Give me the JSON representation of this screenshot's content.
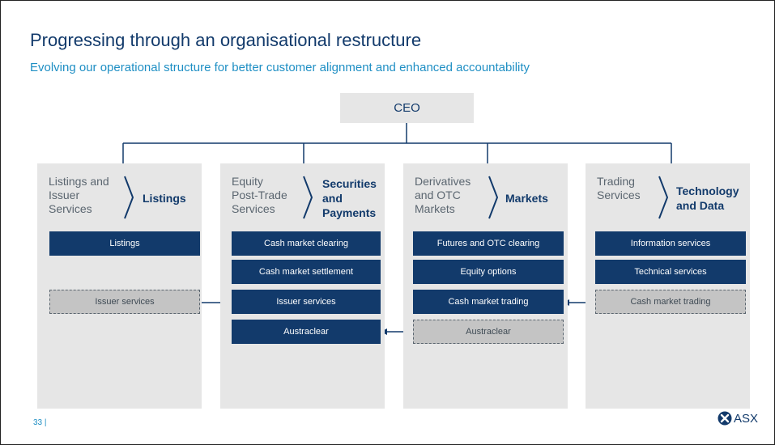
{
  "slide": {
    "title": "Progressing through an organisational restructure",
    "subtitle": "Evolving our operational structure for better customer alignment and enhanced accountability",
    "ceo_label": "CEO",
    "page_number": "33 |",
    "logo_text": "ASX"
  },
  "columns": [
    {
      "old_name": "Listings and\nIssuer\nServices",
      "new_name": "Listings",
      "boxes": [
        {
          "label": "Listings",
          "style": "solid"
        },
        {
          "label": "Issuer services",
          "style": "dashed"
        }
      ]
    },
    {
      "old_name": "Equity\nPost-Trade\nServices",
      "new_name": "Securities\nand\nPayments",
      "boxes": [
        {
          "label": "Cash market clearing",
          "style": "solid"
        },
        {
          "label": "Cash market settlement",
          "style": "solid"
        },
        {
          "label": "Issuer services",
          "style": "solid"
        },
        {
          "label": "Austraclear",
          "style": "solid"
        }
      ]
    },
    {
      "old_name": "Derivatives\nand OTC\nMarkets",
      "new_name": "Markets",
      "boxes": [
        {
          "label": "Futures and OTC clearing",
          "style": "solid"
        },
        {
          "label": "Equity options",
          "style": "solid"
        },
        {
          "label": "Cash market trading",
          "style": "solid"
        },
        {
          "label": "Austraclear",
          "style": "dashed"
        }
      ]
    },
    {
      "old_name": "Trading\nServices",
      "new_name": "Technology\nand Data",
      "boxes": [
        {
          "label": "Information services",
          "style": "solid"
        },
        {
          "label": "Technical services",
          "style": "solid"
        },
        {
          "label": "Cash market trading",
          "style": "dashed"
        }
      ]
    }
  ],
  "colors": {
    "navy": "#123a6b",
    "accent_blue": "#1f8fc4",
    "panel_grey": "#e6e6e6",
    "moved_box_grey": "#c4c4c4"
  },
  "icons": {
    "separator": "chevron-right-icon",
    "logo": "asx-logo-icon"
  }
}
